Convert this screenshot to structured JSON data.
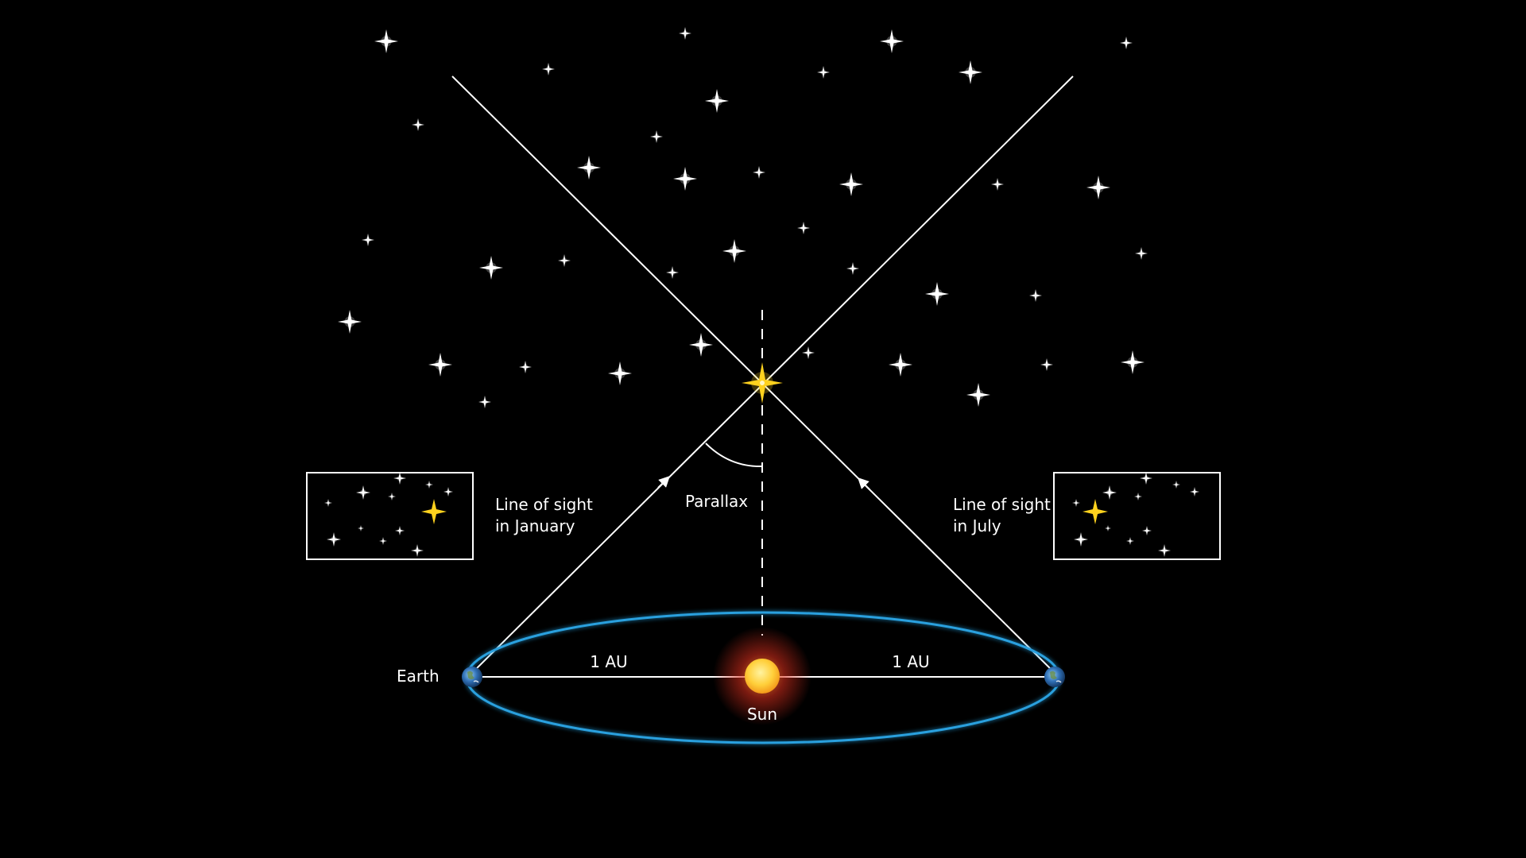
{
  "labels": {
    "earth": "Earth",
    "sun": "Sun",
    "au_left": "1 AU",
    "au_right": "1 AU",
    "parallax": "Parallax",
    "jan_line1": "Line of sight",
    "jan_line2": "in January",
    "jul_line1": "Line of sight",
    "jul_line2": "in July"
  },
  "colors": {
    "background": "#000000",
    "lines": "#ffffff",
    "orbit": "#1e8fc8",
    "target_star": "#ffd21e",
    "sun_core": "#ffcf3a",
    "sun_glow": "#e0301e",
    "earth": "#2f6fb5"
  },
  "icons": {
    "background_star": "four-point-star-icon",
    "target_star": "yellow-star-icon",
    "sun": "sun-icon",
    "earth": "earth-icon"
  }
}
